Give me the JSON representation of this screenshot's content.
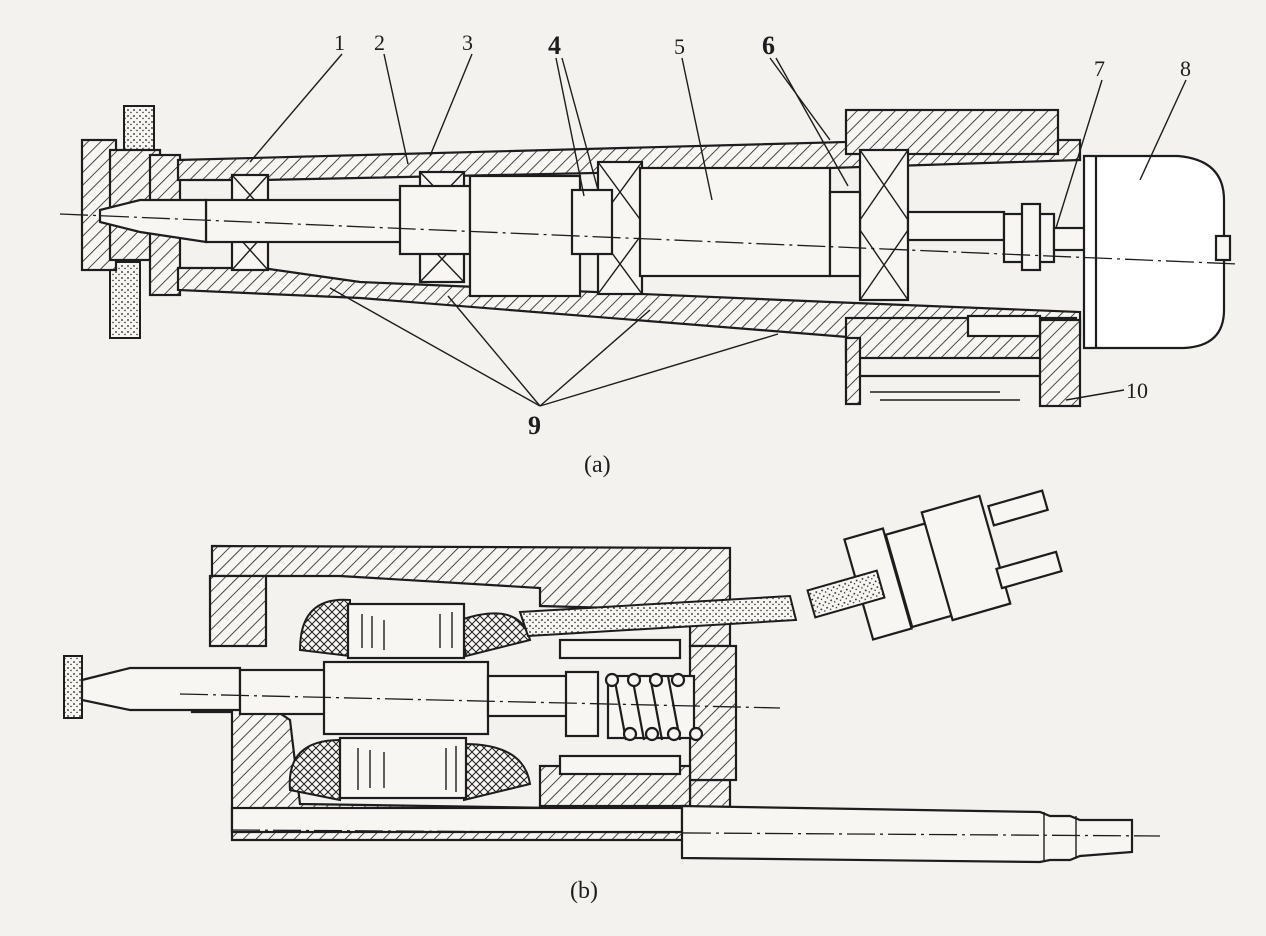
{
  "figure_a": {
    "caption": "(a)",
    "labels": [
      "1",
      "2",
      "3",
      "4",
      "5",
      "6",
      "7",
      "8",
      "9",
      "10"
    ]
  },
  "figure_b": {
    "caption": "(b)"
  }
}
